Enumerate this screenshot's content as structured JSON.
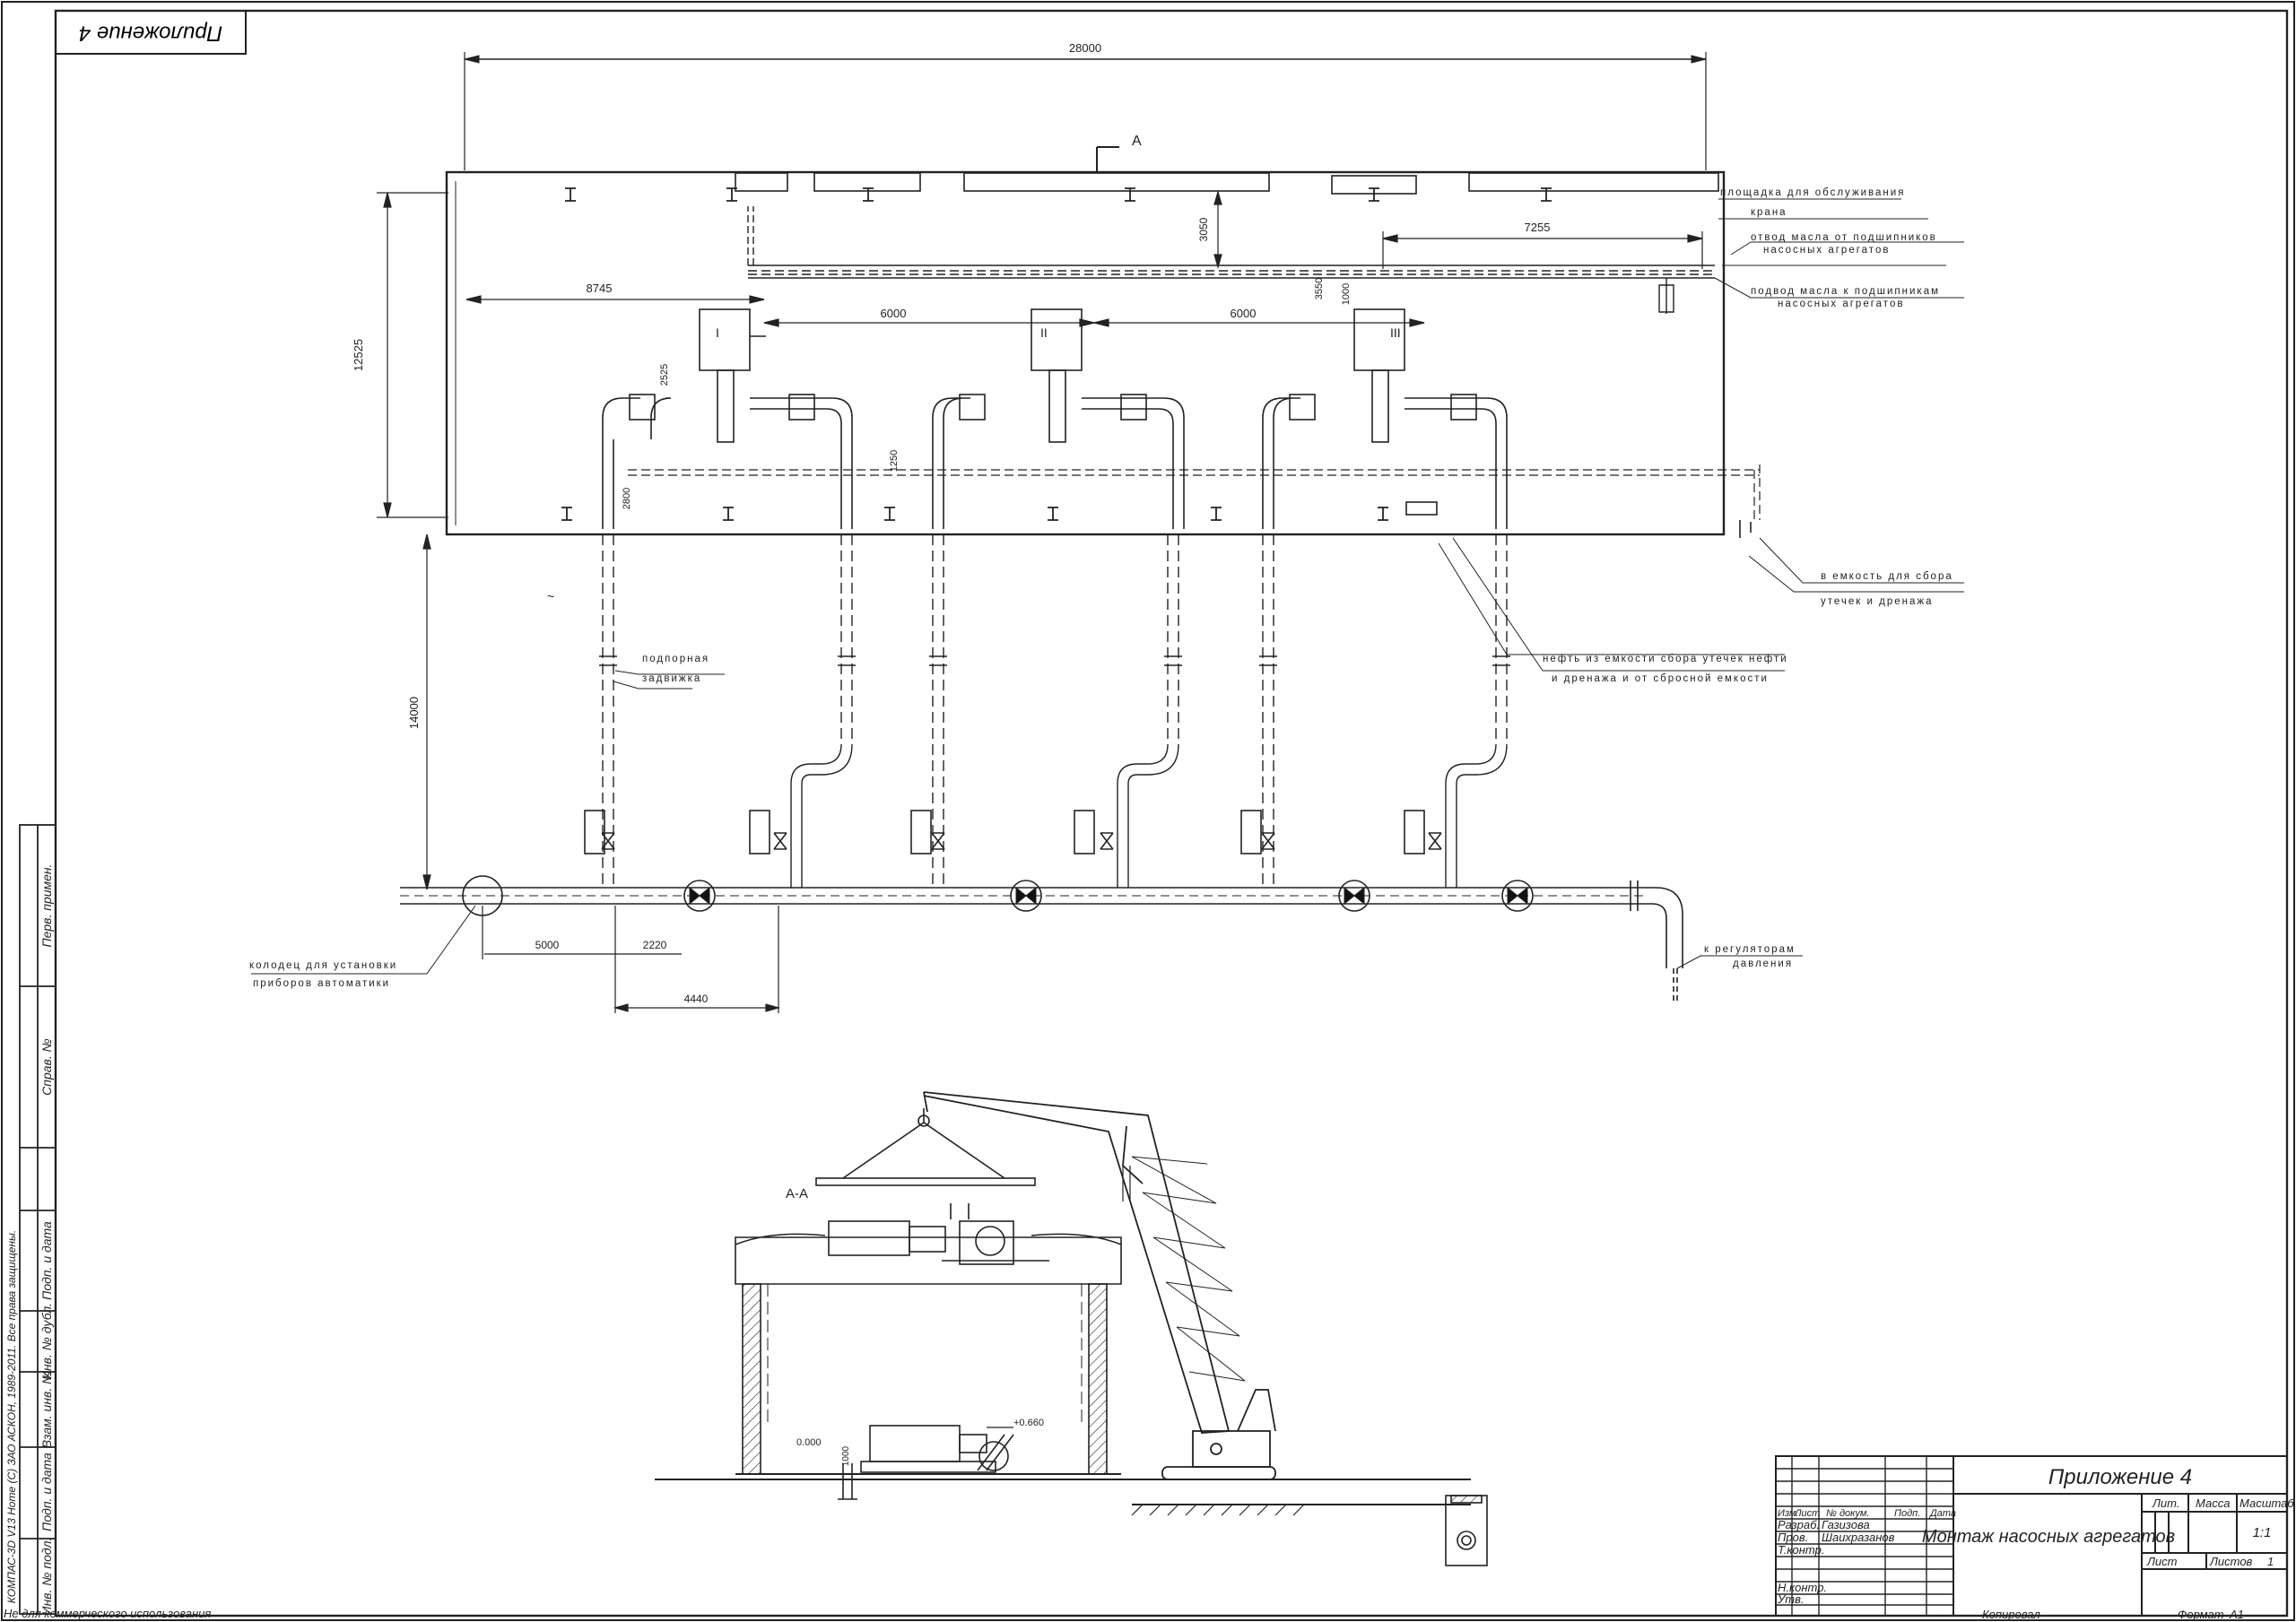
{
  "corner_stamp": "Приложение 4",
  "plan": {
    "dims": {
      "overall": "28000",
      "height_left": "12525",
      "distance_to_header": "14000",
      "span_8745": "8745",
      "span_6000_a": "6000",
      "span_6000_b": "6000",
      "span_7255": "7255",
      "d_3050": "3050",
      "d_3550": "3550",
      "d_1000": "1000",
      "d_2525": "2525",
      "d_1250": "1250",
      "d_2800": "2800",
      "d_5000": "5000",
      "d_2220": "2220",
      "d_4440": "4440"
    },
    "section_mark": "А",
    "pump_labels": [
      "I",
      "II",
      "III"
    ],
    "tilde": "~",
    "callouts": [
      "площадка для обслуживания",
      "крана",
      "отвод масла от подшипников",
      "насосных агрегатов",
      "подвод масла к подшипникам",
      "насосных агрегатов",
      "в емкость для сбора",
      "утечек и дренажа",
      "нефть из емкости сбора утечек нефти",
      "и дренажа и от сбросной емкости",
      "подпорная",
      "задвижка",
      "колодец для установки",
      "приборов автоматики",
      "к регуляторам",
      "давления"
    ]
  },
  "section": {
    "label": "А-А",
    "elev_a": "+0.660",
    "elev_b": "0.000",
    "d_1000": "1000"
  },
  "left_strip": {
    "labels": [
      "Перв. примен.",
      "Справ. №",
      "Подп. и дата",
      "Инв. № дубл.",
      "Взам. инв. №",
      "Подп. и дата",
      "Инв. № подл."
    ],
    "copyright": "КОМПАС-3D V13 Home (С) ЗАО АСКОН, 1989-2011. Все права защищены."
  },
  "title_block": {
    "title": "Приложение 4",
    "name": "Монтаж насосных агрегатов",
    "header_cells": [
      "Изм.",
      "Лист",
      "№ докум.",
      "Подп.",
      "Дата"
    ],
    "roles": [
      "Разраб.",
      "Пров.",
      "Т.контр.",
      "",
      "Н.контр.",
      "Утв."
    ],
    "people": [
      "Газизова",
      "Шаихразанов",
      "",
      "",
      "",
      ""
    ],
    "lit_label": "Лит.",
    "mass_label": "Масса",
    "scale_label": "Масштаб",
    "scale_value": "1:1",
    "sheet_label": "Лист",
    "sheets_label": "Листов",
    "sheets_value": "1"
  },
  "footer": {
    "noncommercial": "Не для коммерческого использования",
    "copied": "Копировал",
    "format_label": "Формат",
    "format_value": "A1"
  }
}
